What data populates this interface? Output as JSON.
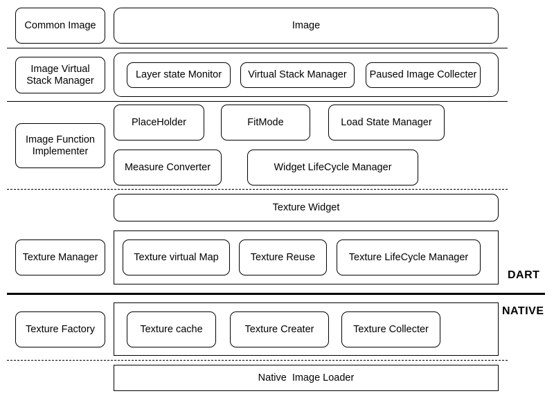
{
  "layers": {
    "common_image": {
      "label": "Common Image",
      "items": {
        "image": "Image"
      }
    },
    "stack_manager": {
      "label": "Image Virtual Stack Manager",
      "items": {
        "layer_monitor": "Layer state Monitor",
        "virtual_stack": "Virtual Stack Manager",
        "paused_collecter": "Paused Image Collecter"
      }
    },
    "function_implementer": {
      "label": "Image Function Implementer",
      "items": {
        "placeholder": "PlaceHolder",
        "fitmode": "FitMode",
        "load_state": "Load State Manager",
        "measure_converter": "Measure Converter",
        "widget_lifecycle": "Widget LifeCycle Manager"
      }
    },
    "texture_widget": {
      "label": "Texture Widget"
    },
    "texture_manager": {
      "label": "Texture Manager",
      "items": {
        "virtual_map": "Texture virtual Map",
        "reuse": "Texture Reuse",
        "lifecycle": "Texture LifeCycle Manager"
      }
    },
    "texture_factory": {
      "label": "Texture Factory",
      "items": {
        "cache": "Texture cache",
        "creater": "Texture Creater",
        "collecter": "Texture  Collecter"
      }
    },
    "native_loader": {
      "label": "Native  Image Loader"
    }
  },
  "platform_labels": {
    "dart": "DART",
    "native": "NATIVE"
  }
}
